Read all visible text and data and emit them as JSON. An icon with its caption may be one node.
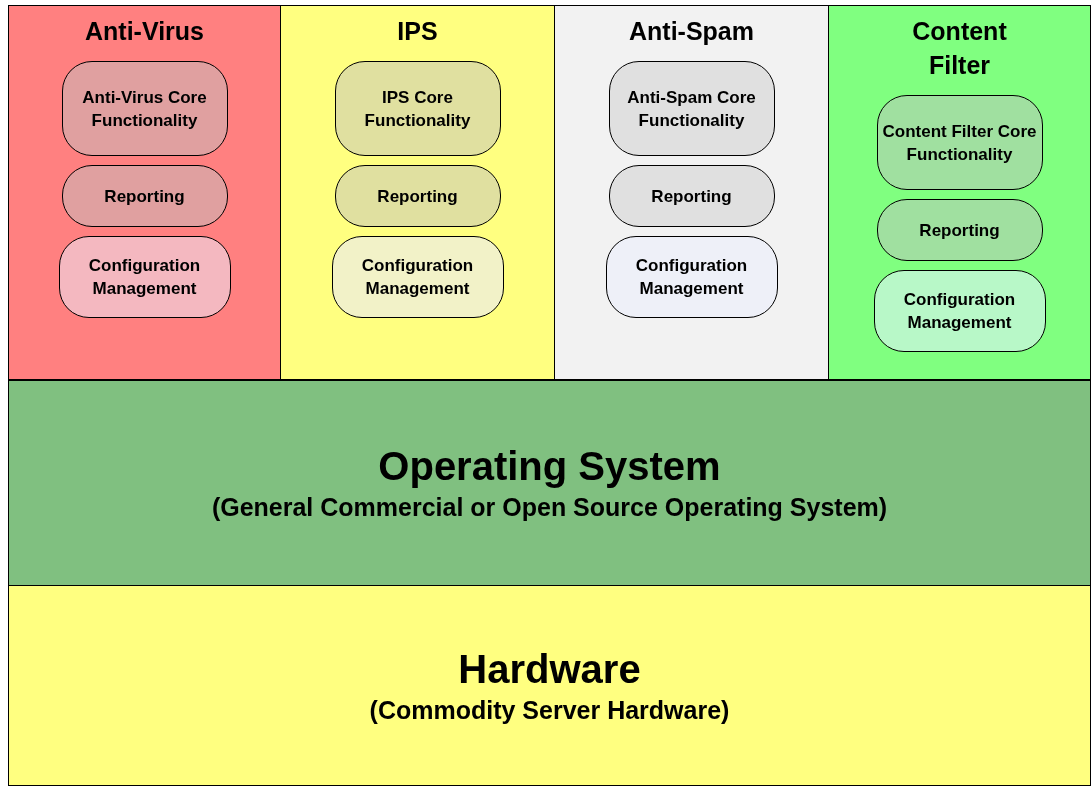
{
  "diagram": {
    "nodes": [
      {
        "text": [
          "Anti-Virus"
        ]
      },
      {
        "text": [
          "Anti-Virus Core Functionality"
        ],
        "in": 0
      },
      {
        "text": [
          "Reporting"
        ],
        "in": 0
      },
      {
        "text": [
          "Configuration Management"
        ],
        "in": 0
      },
      {
        "text": [
          "IPS"
        ]
      },
      {
        "text": [
          "IPS Core Functionality"
        ],
        "in": 4
      },
      {
        "text": [
          "Reporting"
        ],
        "in": 4
      },
      {
        "text": [
          "Configuration Management"
        ],
        "in": 4
      },
      {
        "text": [
          "Anti-Spam"
        ]
      },
      {
        "text": [
          "Anti-Spam Core Functionality"
        ],
        "in": 8
      },
      {
        "text": [
          "Reporting"
        ],
        "in": 8
      },
      {
        "text": [
          "Configuration Management"
        ],
        "in": 8
      },
      {
        "text": [
          "Content Filter"
        ]
      },
      {
        "text": [
          "Content Filter Core Functionality"
        ],
        "in": 12
      },
      {
        "text": [
          "Reporting"
        ],
        "in": 12
      },
      {
        "text": [
          "Configuration Management"
        ],
        "in": 12
      },
      {
        "text": [
          "Operating System",
          "(General Commercial or Open Source Operating System)"
        ]
      },
      {
        "text": [
          "Hardware",
          "(Commodity Server Hardware)"
        ]
      }
    ],
    "edges": []
  }
}
